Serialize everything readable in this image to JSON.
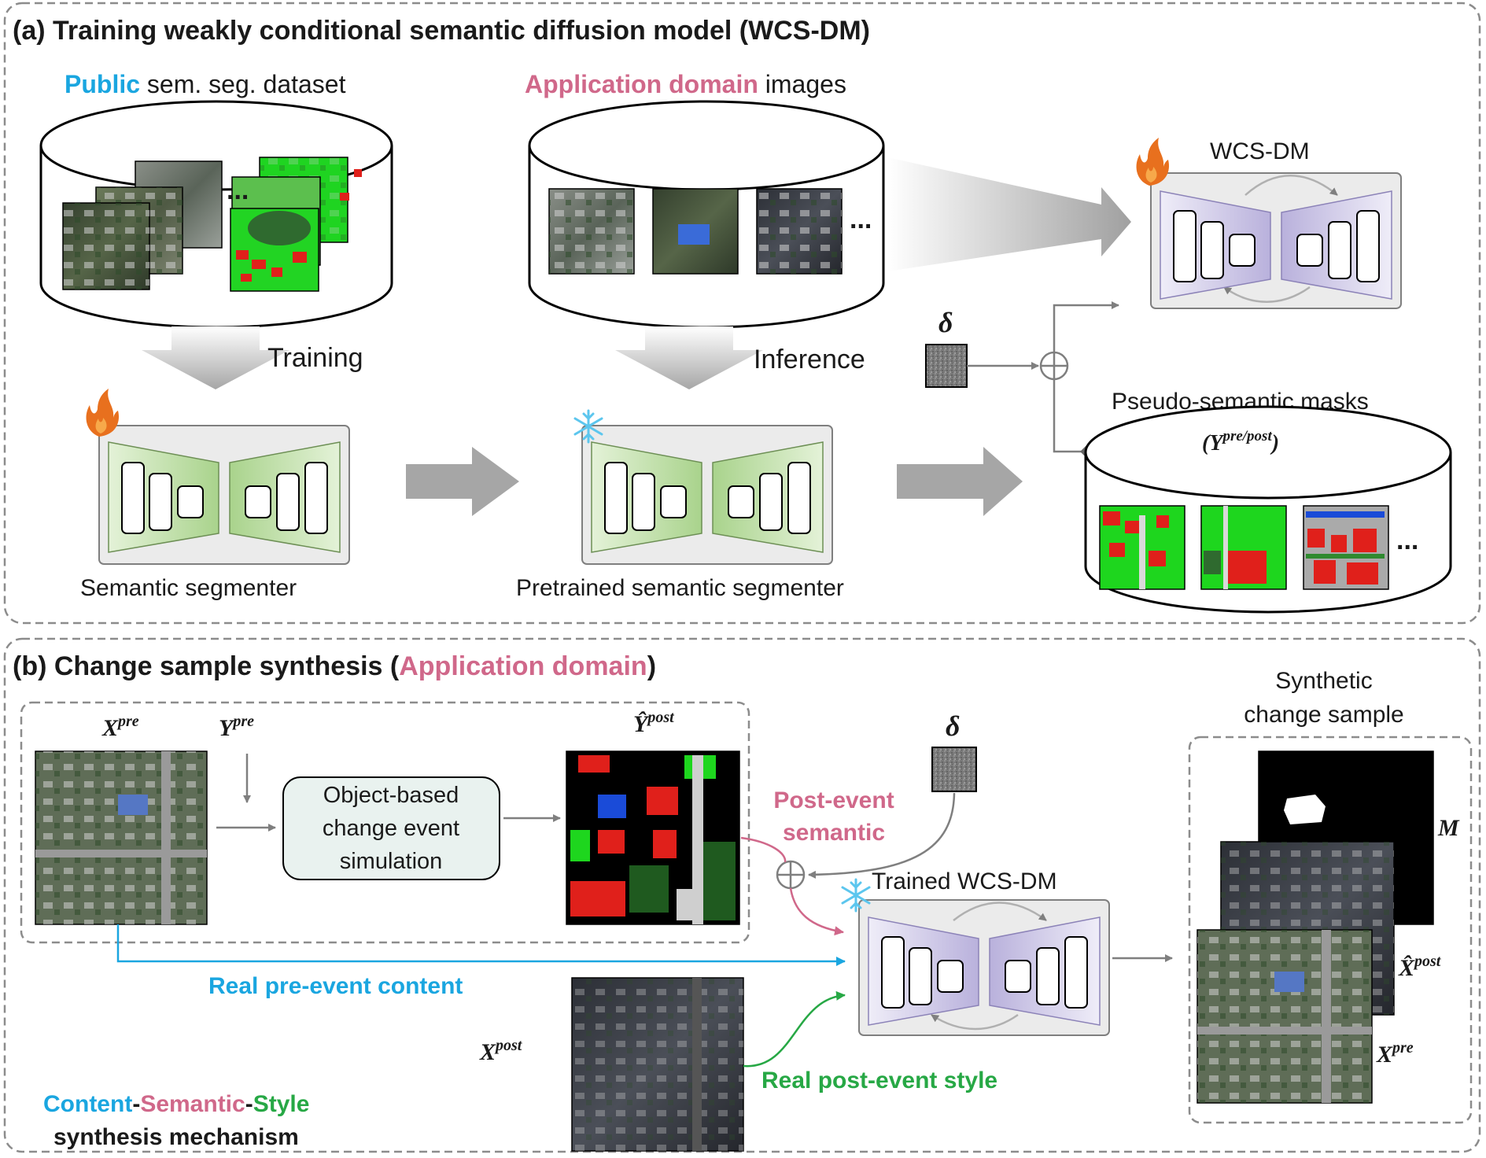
{
  "panel_a": {
    "title": "(a) Training weakly conditional semantic diffusion model (WCS-DM)",
    "public_dataset": {
      "highlight": "Public",
      "rest": " sem. seg. dataset"
    },
    "application_images": {
      "highlight": "Application domain",
      "rest": " images"
    },
    "ellipsis": "...",
    "training_label": "Training",
    "inference_label": "Inference",
    "delta_symbol": "δ",
    "wcs_dm_label": "WCS-DM",
    "segmenter_label": "Semantic segmenter",
    "pretrained_label": "Pretrained semantic segmenter",
    "pseudo_masks_label": "Pseudo-semantic masks",
    "pseudo_masks_sub": "(Y",
    "pseudo_masks_sup": "pre/post",
    "pseudo_masks_close": ")"
  },
  "panel_b": {
    "title_prefix": "(b) Change sample synthesis (",
    "title_highlight": "Application domain",
    "title_suffix": ")",
    "x_pre": "X",
    "x_pre_sup": "pre",
    "y_pre": "Y",
    "y_pre_sup": "pre",
    "y_hat_post": "Ŷ",
    "y_hat_post_sup": "post",
    "simulation_line1": "Object-based",
    "simulation_line2": "change event",
    "simulation_line3": "simulation",
    "post_event_line1": "Post-event",
    "post_event_line2": "semantic",
    "delta_symbol": "δ",
    "trained_label": "Trained WCS-DM",
    "synthetic_line1": "Synthetic",
    "synthetic_line2": "change sample",
    "m_label": "M",
    "x_hat_post": "X̂",
    "x_hat_post_sup": "post",
    "x_pre_out": "X",
    "x_pre_out_sup": "pre",
    "real_pre": "Real pre-event content",
    "x_post": "X",
    "x_post_sup": "post",
    "real_post": "Real post-event style",
    "mech_content": "Content",
    "mech_dash1": "-",
    "mech_semantic": "Semantic",
    "mech_dash2": "-",
    "mech_style": "Style",
    "mech_line2": "synthesis mechanism"
  },
  "colors": {
    "public_blue": "#1aa6e0",
    "application_pink": "#d0688a",
    "style_green": "#27a845",
    "segmenter_green": "#b9dca0",
    "wcs_purple": "#c5bfe0",
    "mask_red": "#e0201b",
    "mask_green": "#1ed61e",
    "arrow_gray": "#7f7f7f"
  },
  "icons": [
    "flame-icon",
    "snowflake-icon",
    "plus-circle-icon"
  ]
}
